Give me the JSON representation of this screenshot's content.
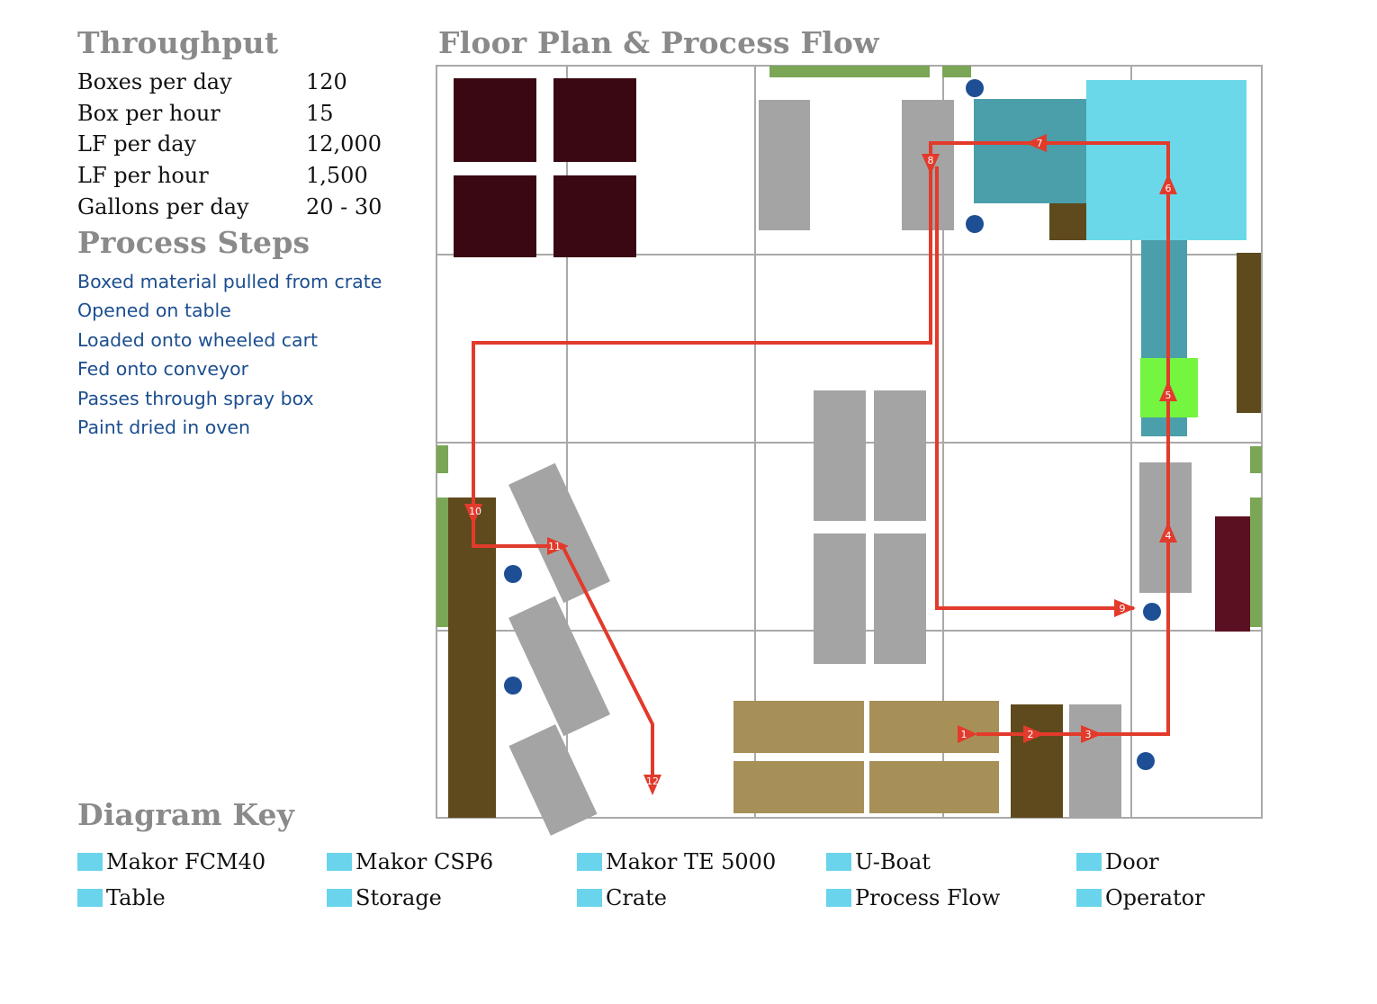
{
  "throughput": {
    "heading": "Throughput",
    "rows": [
      {
        "label": "Boxes per day",
        "value": "120"
      },
      {
        "label": "Box per hour",
        "value": "15"
      },
      {
        "label": "LF per day",
        "value": "12,000"
      },
      {
        "label": "LF per hour",
        "value": "1,500"
      },
      {
        "label": "Gallons per day",
        "value": "20 - 30"
      }
    ]
  },
  "process_steps": {
    "heading": "Process Steps",
    "items": [
      "Boxed material pulled from crate",
      "Opened on table",
      "Loaded onto wheeled cart",
      "Fed onto conveyor",
      "Passes through spray box",
      "Paint dried in oven"
    ]
  },
  "floor_plan": {
    "heading": "Floor Plan & Process Flow",
    "flow_step_numbers": [
      "1",
      "2",
      "3",
      "4",
      "5",
      "6",
      "7",
      "8",
      "9",
      "10",
      "11",
      "12"
    ]
  },
  "diagram_key": {
    "heading": "Diagram Key",
    "items": [
      "Makor FCM40",
      "Makor CSP6",
      "Makor TE 5000",
      "U-Boat",
      "Door",
      "Table",
      "Storage",
      "Crate",
      "Process Flow",
      "Operator"
    ],
    "swatch_color": "#6ad4ec"
  },
  "colors": {
    "grid": "#a9a9a9",
    "flow": "#e23a2b",
    "crate": "#3a0812",
    "gray_equipment": "#a4a4a4",
    "storage_brown": "#5e4a1c",
    "table_tan": "#a78f58",
    "door_green": "#7ba656",
    "operator_blue": "#1e4f95",
    "fcm40_cyan": "#6ad8e8",
    "teal": "#4b9faa",
    "spray_green": "#74f53f",
    "text_heading": "#8a8a8a",
    "text_steps": "#1c4e8f"
  }
}
